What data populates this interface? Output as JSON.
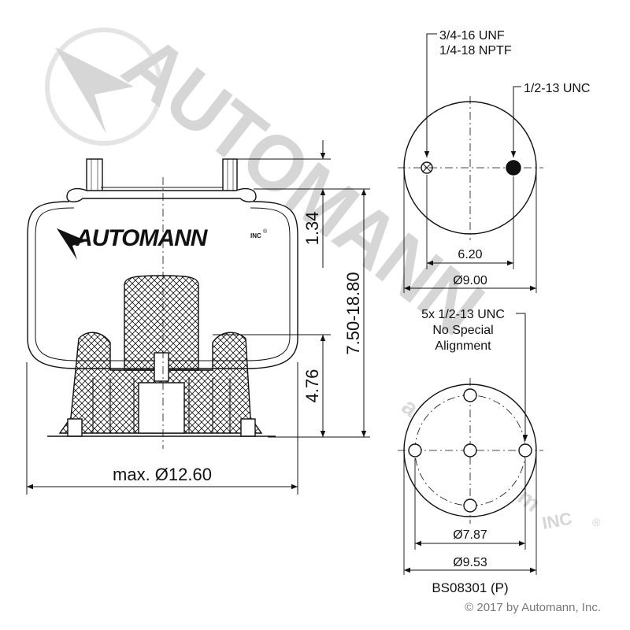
{
  "colors": {
    "line": "#111111",
    "watermark": "#d9d9d9",
    "copyright": "#777777"
  },
  "watermark": {
    "brand": "AUTOMANN",
    "mark": "INC",
    "url": "automann.com",
    "registered": "®"
  },
  "logo": {
    "brand": "AUTOMANN",
    "mark": "INC",
    "registered": "®"
  },
  "side_view": {
    "dim_top": "1.34",
    "dim_height": "7.50-18.80",
    "dim_piston": "4.76",
    "dim_diameter": "max. Ø12.60"
  },
  "top_plate": {
    "air_fitting_label_1": "3/4-16 UNF",
    "air_fitting_label_2": "1/4-18 NPTF",
    "stud_label": "1/2-13 UNC",
    "dim_spacing": "6.20",
    "dim_diameter": "Ø9.00"
  },
  "bottom_plate": {
    "holes_label_1": "5x 1/2-13 UNC",
    "holes_label_2": "No Special",
    "holes_label_3": "Alignment",
    "dim_bolt_circle": "Ø7.87",
    "dim_diameter": "Ø9.53"
  },
  "part_number": "BS08301 (P)",
  "copyright": "© 2017 by Automann, Inc."
}
